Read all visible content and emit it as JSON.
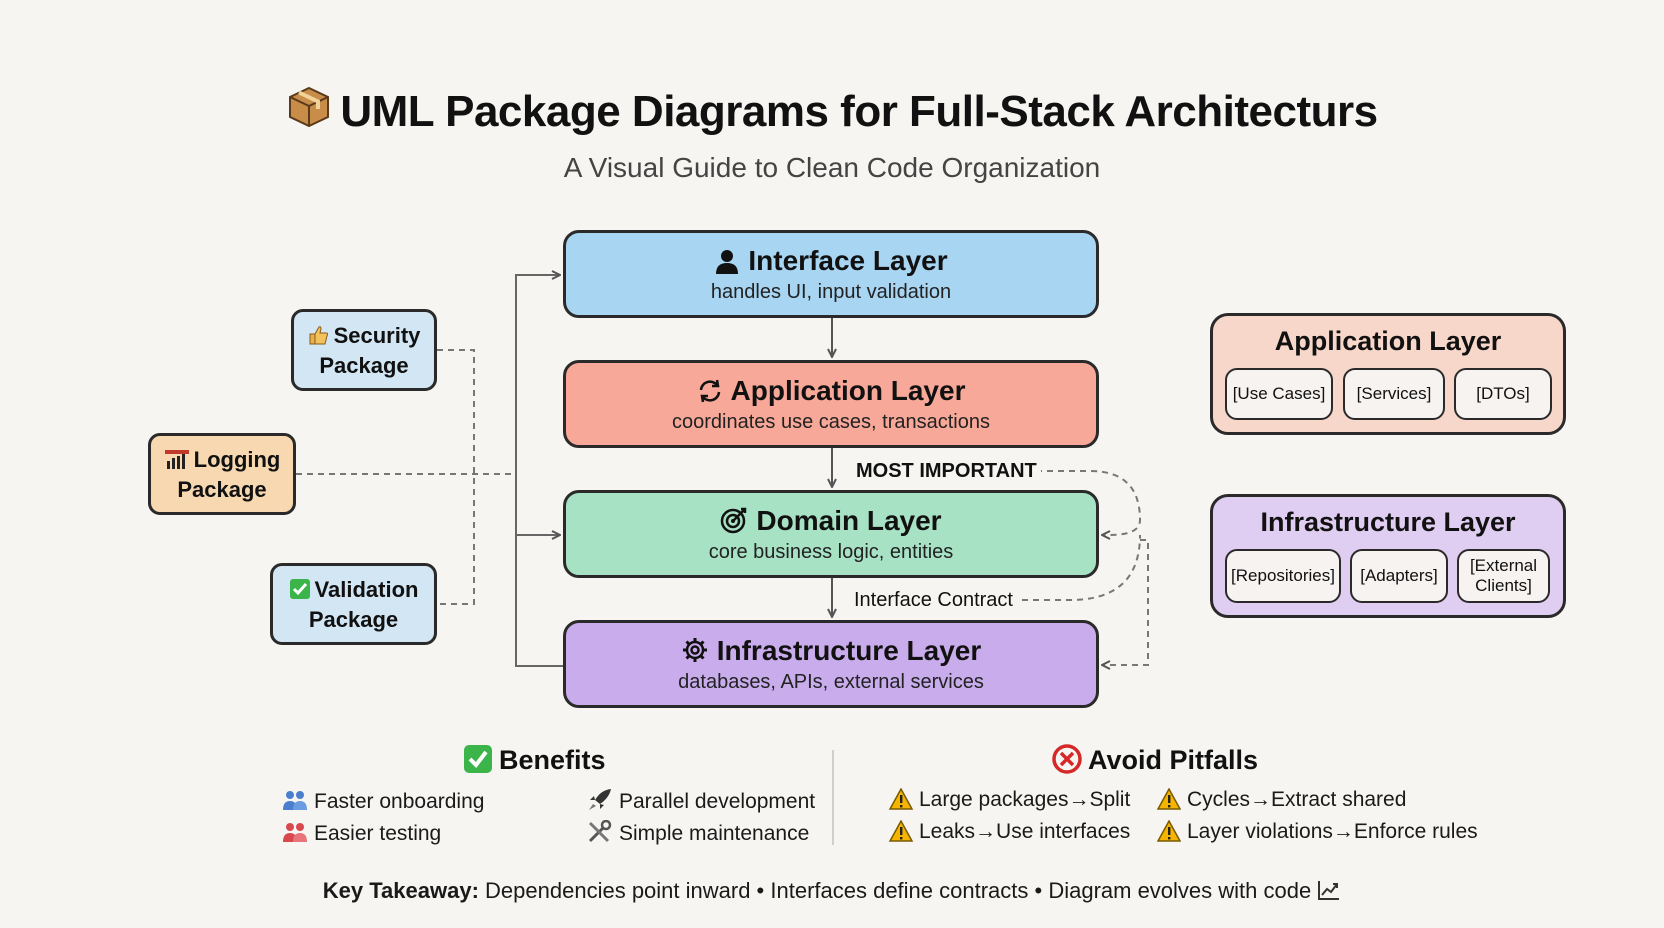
{
  "header": {
    "title": "UML Package Diagrams for Full-Stack Architecturs",
    "subtitle": "A Visual Guide to Clean Code Organization"
  },
  "layers": {
    "interface": {
      "title": "Interface Layer",
      "desc": "handles UI, input validation"
    },
    "application": {
      "title": "Application Layer",
      "desc": "coordinates use cases, transactions"
    },
    "domain": {
      "title": "Domain Layer",
      "desc": "core business logic, entities"
    },
    "infrastructure": {
      "title": "Infrastructure Layer",
      "desc": "databases, APIs, external services"
    }
  },
  "labels": {
    "most_important": "MOST IMPORTANT",
    "interface_contract": "Interface Contract"
  },
  "packages": {
    "security": {
      "line1": "Security",
      "line2": "Package"
    },
    "logging": {
      "line1": "Logging",
      "line2": "Package"
    },
    "validation": {
      "line1": "Validation",
      "line2": "Package"
    }
  },
  "side_app": {
    "title": "Application Layer",
    "chips": [
      "[Use Cases]",
      "[Services]",
      "[DTOs]"
    ]
  },
  "side_infra": {
    "title": "Infrastructure Layer",
    "chips": [
      "[Repositories]",
      "[Adapters]",
      "[External",
      "Clients]"
    ]
  },
  "benefits": {
    "title": "Benefits",
    "items": [
      "Faster onboarding",
      "Parallel development",
      "Easier testing",
      "Simple maintenance"
    ]
  },
  "pitfalls": {
    "title": "Avoid Pitfalls",
    "items": [
      "Large packages→Split",
      "Cycles→Extract shared",
      "Leaks→Use interfaces",
      "Layer violations→Enforce rules"
    ]
  },
  "takeaway": {
    "label": "Key Takeaway:",
    "text": "Dependencies point inward • Interfaces define contracts • Diagram evolves with code"
  },
  "colors": {
    "interface": "#a8d5f2",
    "application": "#f7a898",
    "domain": "#a8e2c4",
    "infrastructure": "#c9acec"
  }
}
